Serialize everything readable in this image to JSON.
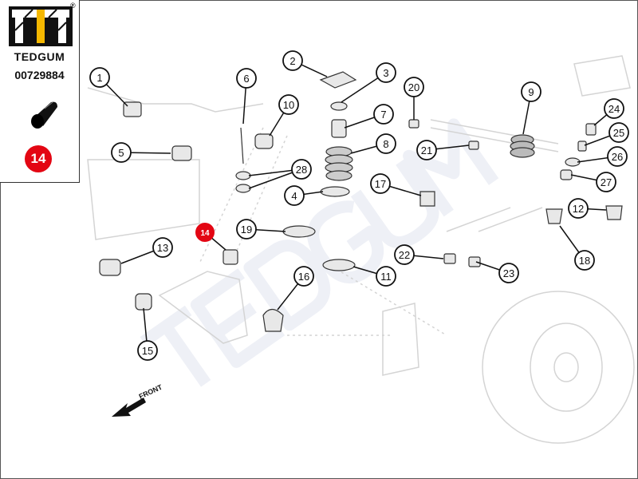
{
  "brand": {
    "name": "TEDGUM",
    "registered": "®",
    "part_number": "00729884",
    "highlight_number": "14"
  },
  "diagram": {
    "watermark": "TEDGUM",
    "front_label": "FRONT",
    "callouts": [
      "1",
      "2",
      "3",
      "4",
      "5",
      "6",
      "7",
      "8",
      "9",
      "10",
      "11",
      "12",
      "13",
      "14",
      "15",
      "16",
      "17",
      "18",
      "19",
      "20",
      "21",
      "22",
      "23",
      "24",
      "25",
      "26",
      "27",
      "28"
    ]
  },
  "colors": {
    "highlight": "#e30613",
    "logo_accent": "#f5b800"
  }
}
